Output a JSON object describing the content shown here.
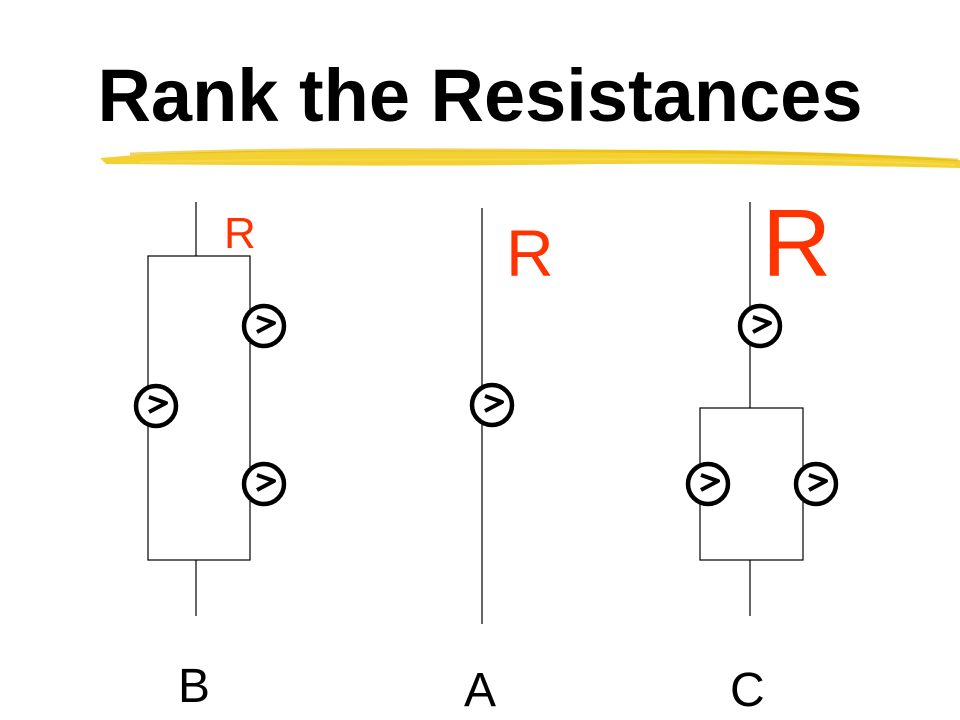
{
  "slide": {
    "title": "Rank the Resistances",
    "highlight_color": "#f2cc1c",
    "resistance_label_color": "#ff3300"
  },
  "circuits": [
    {
      "id": "B",
      "label": "B",
      "resistance_label": "R",
      "bulbs": [
        "bulb-icon",
        "bulb-icon",
        "bulb-icon"
      ],
      "arrangement": "one bulb in parallel with two bulbs in series"
    },
    {
      "id": "A",
      "label": "A",
      "resistance_label": "R",
      "bulbs": [
        "bulb-icon"
      ],
      "arrangement": "single bulb"
    },
    {
      "id": "C",
      "label": "C",
      "resistance_label": "R",
      "bulbs": [
        "bulb-icon",
        "bulb-icon",
        "bulb-icon"
      ],
      "arrangement": "one bulb in series with two bulbs in parallel"
    }
  ]
}
